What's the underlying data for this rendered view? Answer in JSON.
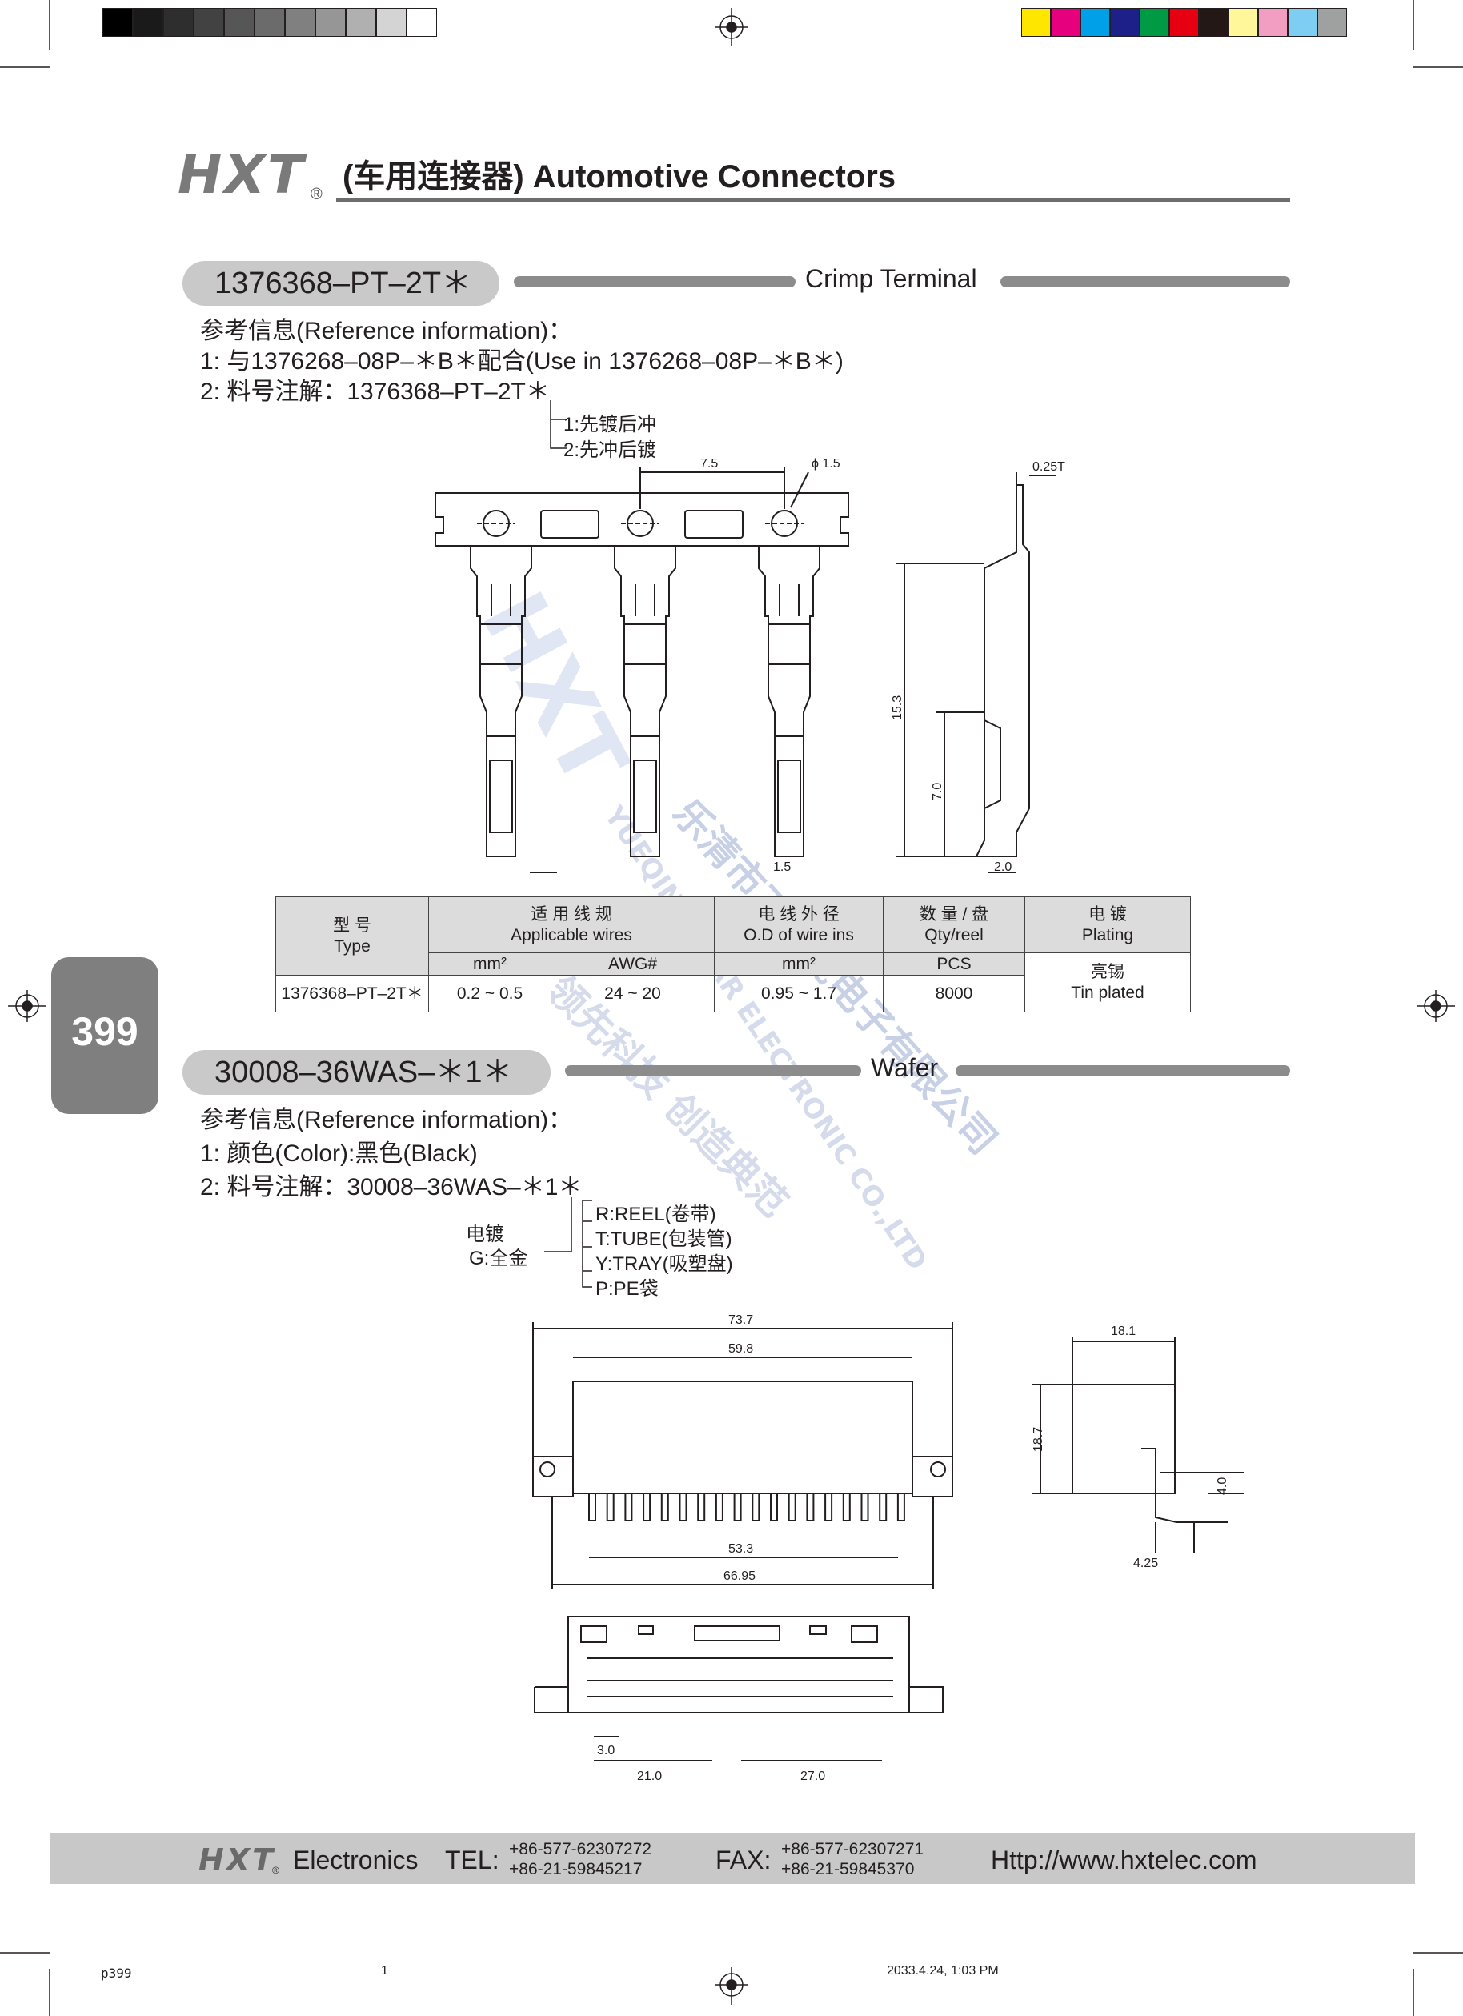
{
  "header": {
    "logo": "HXT",
    "registered_mark": "®",
    "title": "(车用连接器) Automotive Connectors"
  },
  "section1": {
    "part_no": "1376368–PT–2T＊",
    "category": "Crimp Terminal",
    "ref_heading": "参考信息(Reference information)：",
    "ref_line1": "1: 与1376268–08P–＊B＊配合(Use in 1376268–08P–＊B＊)",
    "ref_line2": "2: 料号注解：1376368–PT–2T＊",
    "note_opt1": "1:先镀后冲",
    "note_opt2": "2:先冲后镀",
    "dims": {
      "pitch": "7.5",
      "hole": "ϕ 1.5",
      "thickness": "0.25T",
      "height": "15.3",
      "crimp": "7.0",
      "width_small": "1.5",
      "foot": "2.0"
    }
  },
  "spec_table": {
    "col_type": {
      "cn": "型 号",
      "en": "Type"
    },
    "col_wires": {
      "cn": "适 用 线 规",
      "en": "Applicable wires",
      "unit1": "mm²",
      "unit2": "AWG#"
    },
    "col_od": {
      "cn": "电 线 外 径",
      "en": "O.D of wire ins",
      "unit": "mm²"
    },
    "col_qty": {
      "cn": "数 量 / 盘",
      "en": "Qty/reel",
      "unit": "PCS"
    },
    "col_plating": {
      "cn": "电 镀",
      "en": "Plating"
    },
    "row": {
      "type": "1376368–PT–2T＊",
      "mm2": "0.2 ~ 0.5",
      "awg": "24 ~ 20",
      "od": "0.95 ~ 1.7",
      "qty": "8000",
      "plating_cn": "亮锡",
      "plating_en": "Tin plated"
    }
  },
  "page_tab": "399",
  "section2": {
    "part_no": "30008–36WAS–＊1＊",
    "category": "Wafer",
    "ref_heading": "参考信息(Reference information)：",
    "ref_line1": "1: 颜色(Color):黑色(Black)",
    "ref_line2": "2: 料号注解：30008–36WAS–＊1＊",
    "plating_label": "电镀",
    "plating_value": "G:全金",
    "packing": [
      "R:REEL(卷带)",
      "T:TUBE(包装管)",
      "Y:TRAY(吸塑盘)",
      "P:PE袋"
    ],
    "dims": {
      "overall": "73.7",
      "body": "59.8",
      "pins": "53.3",
      "mount": "66.95",
      "depth": "18.1",
      "height": "18.7",
      "pin_h": "4.0",
      "pin_w": "4.25",
      "pitch": "3.0",
      "span1": "21.0",
      "span2": "27.0"
    }
  },
  "watermark": {
    "logo": "HXT",
    "cn": "乐清市工星虎电子有限公司",
    "en": "YUEQING STAR ELECTRONIC CO.,LTD",
    "slogan": "领先科技 创造典范"
  },
  "footer": {
    "logo": "HXT",
    "registered_mark": "®",
    "company": "Electronics",
    "tel_label": "TEL:",
    "tel1": "+86-577-62307272",
    "tel2": "+86-21-59845217",
    "fax_label": "FAX:",
    "fax1": "+86-577-62307271",
    "fax2": "+86-21-59845370",
    "website": "Http://www.hxtelec.com"
  },
  "print_info": {
    "file": "p399",
    "page": "1",
    "timestamp": "2033.4.24, 1:03 PM"
  },
  "colors": {
    "grey_swatches": [
      "#000000",
      "#1a1a1a",
      "#2e2e2e",
      "#424242",
      "#565656",
      "#6b6b6b",
      "#808080",
      "#969696",
      "#b0b0b0",
      "#d4d4d4",
      "#ffffff"
    ],
    "color_swatches": [
      "#ffe600",
      "#e6007e",
      "#00a0e9",
      "#1d2088",
      "#009944",
      "#e60012",
      "#231815",
      "#fff799",
      "#f19ec2",
      "#7ecef4",
      "#9fa0a0"
    ],
    "tab": "#7f7f7f",
    "pill": "#c9c9c9",
    "footer_bar": "#c8c8c8"
  }
}
